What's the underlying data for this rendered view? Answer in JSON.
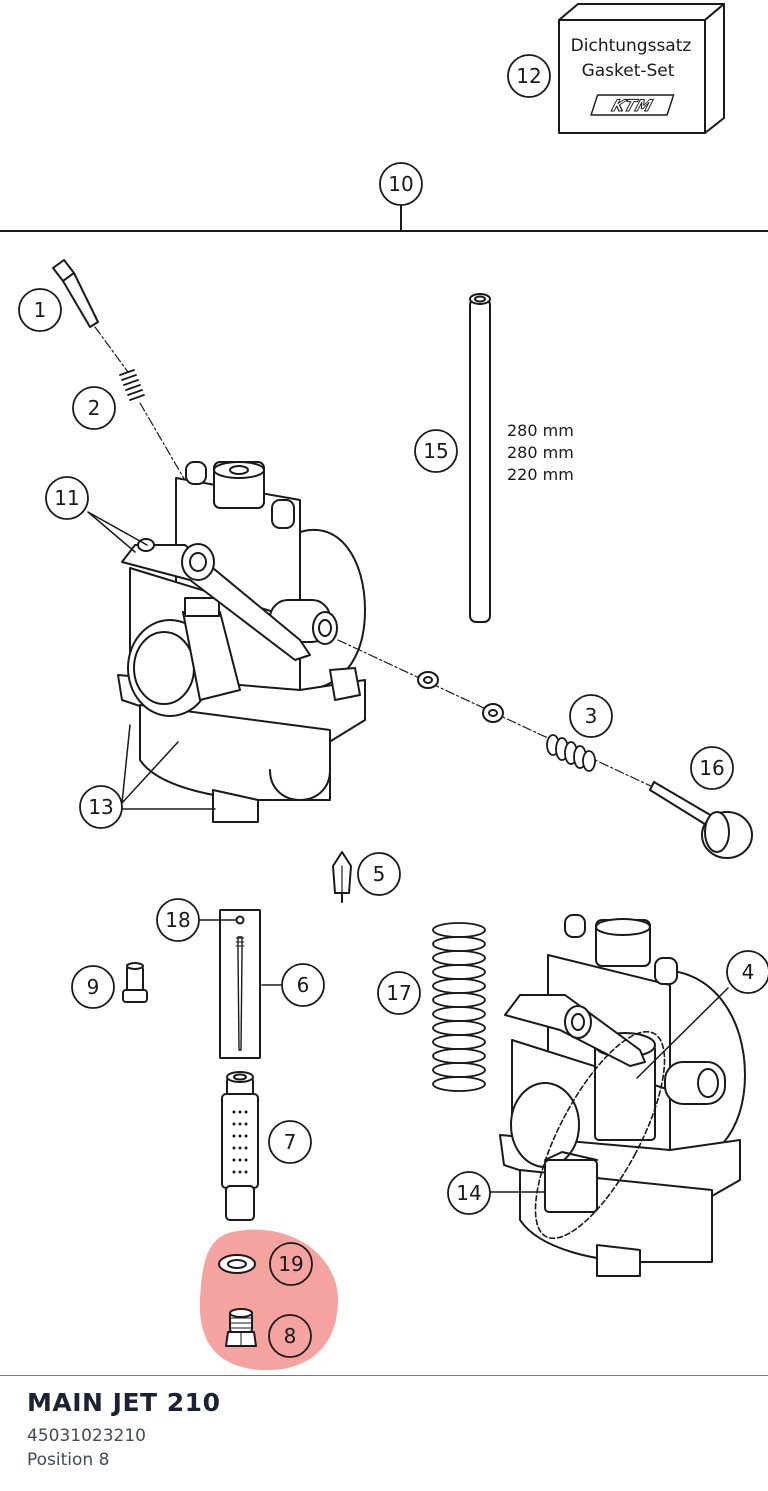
{
  "gasket_box": {
    "line1": "Dichtungssatz",
    "line2": "Gasket-Set",
    "brand": "KTM"
  },
  "rod_lengths": [
    "280 mm",
    "280 mm",
    "220 mm"
  ],
  "callouts": {
    "c1": "1",
    "c2": "2",
    "c3": "3",
    "c4": "4",
    "c5": "5",
    "c6": "6",
    "c7": "7",
    "c8": "8",
    "c9": "9",
    "c10": "10",
    "c11": "11",
    "c12": "12",
    "c13": "13",
    "c14": "14",
    "c15": "15",
    "c16": "16",
    "c17": "17",
    "c18": "18",
    "c19": "19"
  },
  "highlight_color": "#f5a3a0",
  "footer": {
    "title": "MAIN JET 210",
    "part_number": "45031023210",
    "position": "Position 8"
  }
}
